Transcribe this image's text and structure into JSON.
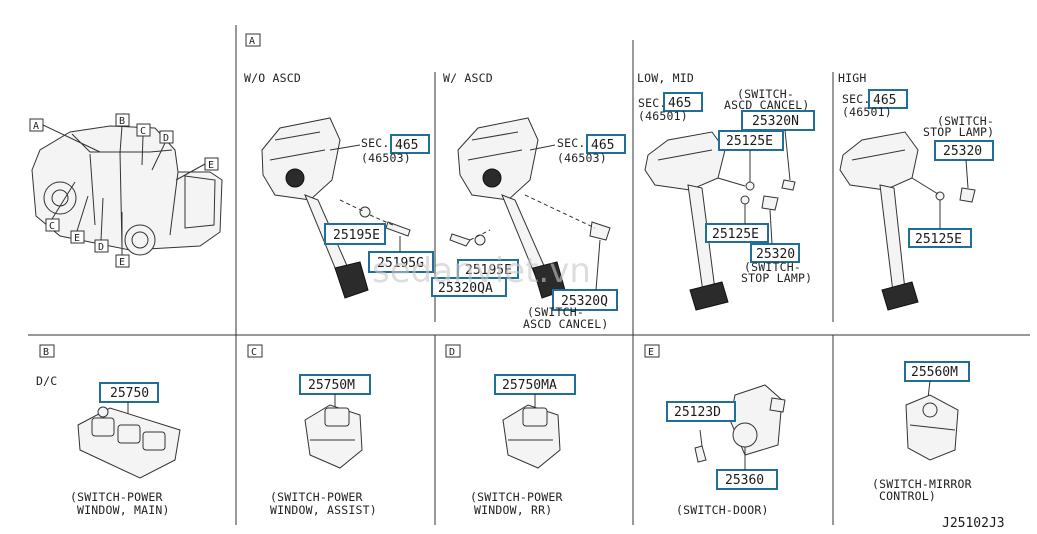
{
  "sections": {
    "A": "A",
    "B": "B",
    "C": "C",
    "D": "D",
    "E": "E"
  },
  "vehicle_labels": {
    "a": "A",
    "b": "B",
    "c1": "C",
    "c2": "C",
    "d1": "D",
    "d2": "D",
    "e1": "E",
    "e2": "E",
    "e3": "E"
  },
  "headers": {
    "wo_ascd": "W/O ASCD",
    "w_ascd": "W/ ASCD",
    "low_mid": "LOW, MID",
    "high": "HIGH",
    "dc": "D/C"
  },
  "sec_refs": {
    "wo": {
      "prefix": "SEC.",
      "num": "465",
      "sub": "(46503)"
    },
    "w": {
      "prefix": "SEC.",
      "num": "465",
      "sub": "(46503)"
    },
    "low": {
      "prefix": "SEC.",
      "num": "465",
      "sub": "(46501)"
    },
    "high": {
      "prefix": "SEC.",
      "num": "465",
      "sub": "(46501)"
    }
  },
  "part_numbers": {
    "wo_25195e": "25195E",
    "wo_25195g": "25195G",
    "w_25195e": "25195E",
    "w_25320qa": "25320QA",
    "w_25320q": "25320Q",
    "low_25320n": "25320N",
    "low_25125e_top": "25125E",
    "low_25125e_bot": "25125E",
    "low_25320": "25320",
    "high_25320": "25320",
    "high_25125e": "25125E",
    "b_25750": "25750",
    "c_25750m": "25750M",
    "d_25750ma": "25750MA",
    "e_25123d": "25123D",
    "e_25360": "25360",
    "m_25560m": "25560M"
  },
  "notes": {
    "ascd_cancel_w_1": "(SWITCH-",
    "ascd_cancel_w_2": "ASCD CANCEL)",
    "ascd_cancel_low_1": "(SWITCH-",
    "ascd_cancel_low_2": "ASCD CANCEL)",
    "stop_lamp_low_1": "(SWITCH-",
    "stop_lamp_low_2": "STOP LAMP)",
    "stop_lamp_high_1": "(SWITCH-",
    "stop_lamp_high_2": "STOP LAMP)"
  },
  "captions": {
    "b_1": "(SWITCH-POWER",
    "b_2": "WINDOW, MAIN)",
    "c_1": "(SWITCH-POWER",
    "c_2": "WINDOW, ASSIST)",
    "d_1": "(SWITCH-POWER",
    "d_2": "WINDOW, RR)",
    "e_1": "(SWITCH-DOOR)",
    "m_1": "(SWITCH-MIRROR",
    "m_2": "CONTROL)"
  },
  "watermark": "sedanviet.vn",
  "diagram_code": "J25102J3"
}
